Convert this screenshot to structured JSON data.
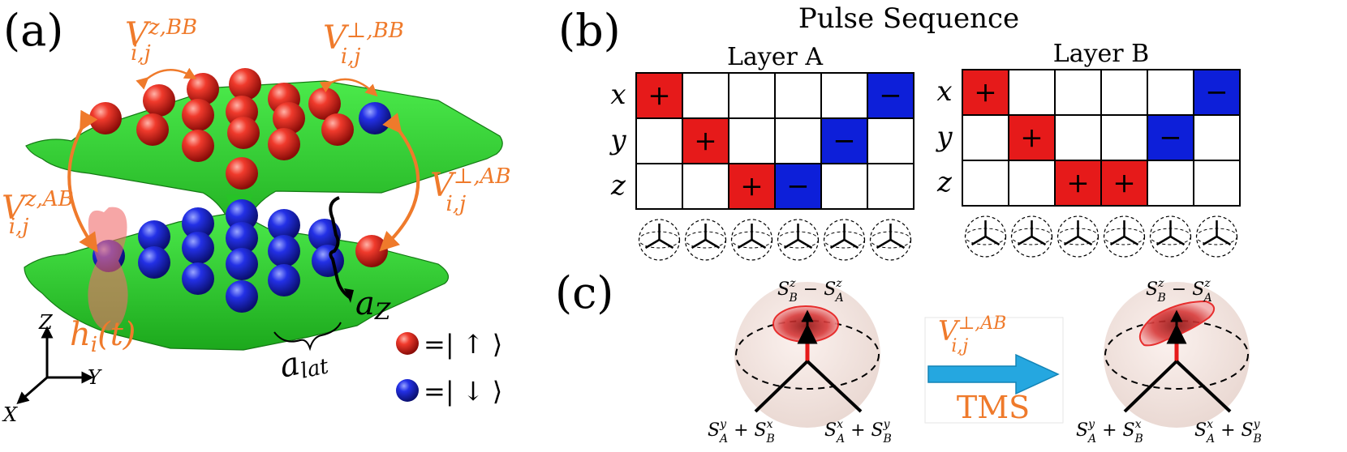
{
  "panel_a": {
    "label": "(a)",
    "coupling_labels": {
      "vz_bb": {
        "base": "V",
        "sub": "i,j",
        "sup": "z,BB"
      },
      "vperp_bb": {
        "base": "V",
        "sub": "i,j",
        "sup": "⊥,BB"
      },
      "vz_ab": {
        "base": "V",
        "sub": "i,j",
        "sup": "z,AB"
      },
      "vperp_ab": {
        "base": "V",
        "sub": "i,j",
        "sup": "⊥,AB"
      }
    },
    "field_label": "h_i(t)",
    "field_label_parts": {
      "h": "h",
      "sub": "i",
      "rest": "(t)"
    },
    "az_label": {
      "base": "a",
      "sub": "Z"
    },
    "alat_label": {
      "base": "a",
      "sub": "lat"
    },
    "axes": {
      "z": "Z",
      "y": "Y",
      "x": "X"
    },
    "legend": {
      "up": "=| ↑ ⟩",
      "down": "=| ↓ ⟩"
    },
    "colors": {
      "up": "#e3221f",
      "down": "#1c1fd6",
      "sheet": "#2fd12f",
      "coupling": "#ef7a2b"
    }
  },
  "panel_b": {
    "label": "(b)",
    "title": "Pulse Sequence",
    "layers": [
      {
        "name": "Layer A",
        "rows": [
          "x",
          "y",
          "z"
        ],
        "grid": [
          [
            "+",
            "",
            "",
            "",
            "",
            "−"
          ],
          [
            "",
            "+",
            "",
            "",
            "−",
            ""
          ],
          [
            "",
            "",
            "+",
            "−",
            "",
            ""
          ]
        ]
      },
      {
        "name": "Layer B",
        "rows": [
          "x",
          "y",
          "z"
        ],
        "grid": [
          [
            "+",
            "",
            "",
            "",
            "",
            "−"
          ],
          [
            "",
            "+",
            "",
            "",
            "−",
            ""
          ],
          [
            "",
            "",
            "+",
            "+",
            "",
            ""
          ]
        ]
      }
    ],
    "colors": {
      "plus": "#e61a1a",
      "minus": "#0d1fd9"
    }
  },
  "panel_c": {
    "label": "(c)",
    "sphere_top_label": {
      "a": "S",
      "a_sup": "z",
      "a_sub": "B",
      "op": " − ",
      "b": "S",
      "b_sup": "z",
      "b_sub": "A"
    },
    "sphere_left_label": {
      "a": "S",
      "a_sup": "y",
      "a_sub": "A",
      "op": " + ",
      "b": "S",
      "b_sup": "x",
      "b_sub": "B"
    },
    "sphere_right_label": {
      "a": "S",
      "a_sup": "x",
      "a_sub": "A",
      "op": " + ",
      "b": "S",
      "b_sup": "y",
      "b_sub": "B"
    },
    "arrow_label": {
      "base": "V",
      "sub": "i,j",
      "sup": "⊥,AB"
    },
    "arrow_caption": "TMS",
    "colors": {
      "arrow": "#25a7e0",
      "text": "#ef7a2b"
    }
  }
}
